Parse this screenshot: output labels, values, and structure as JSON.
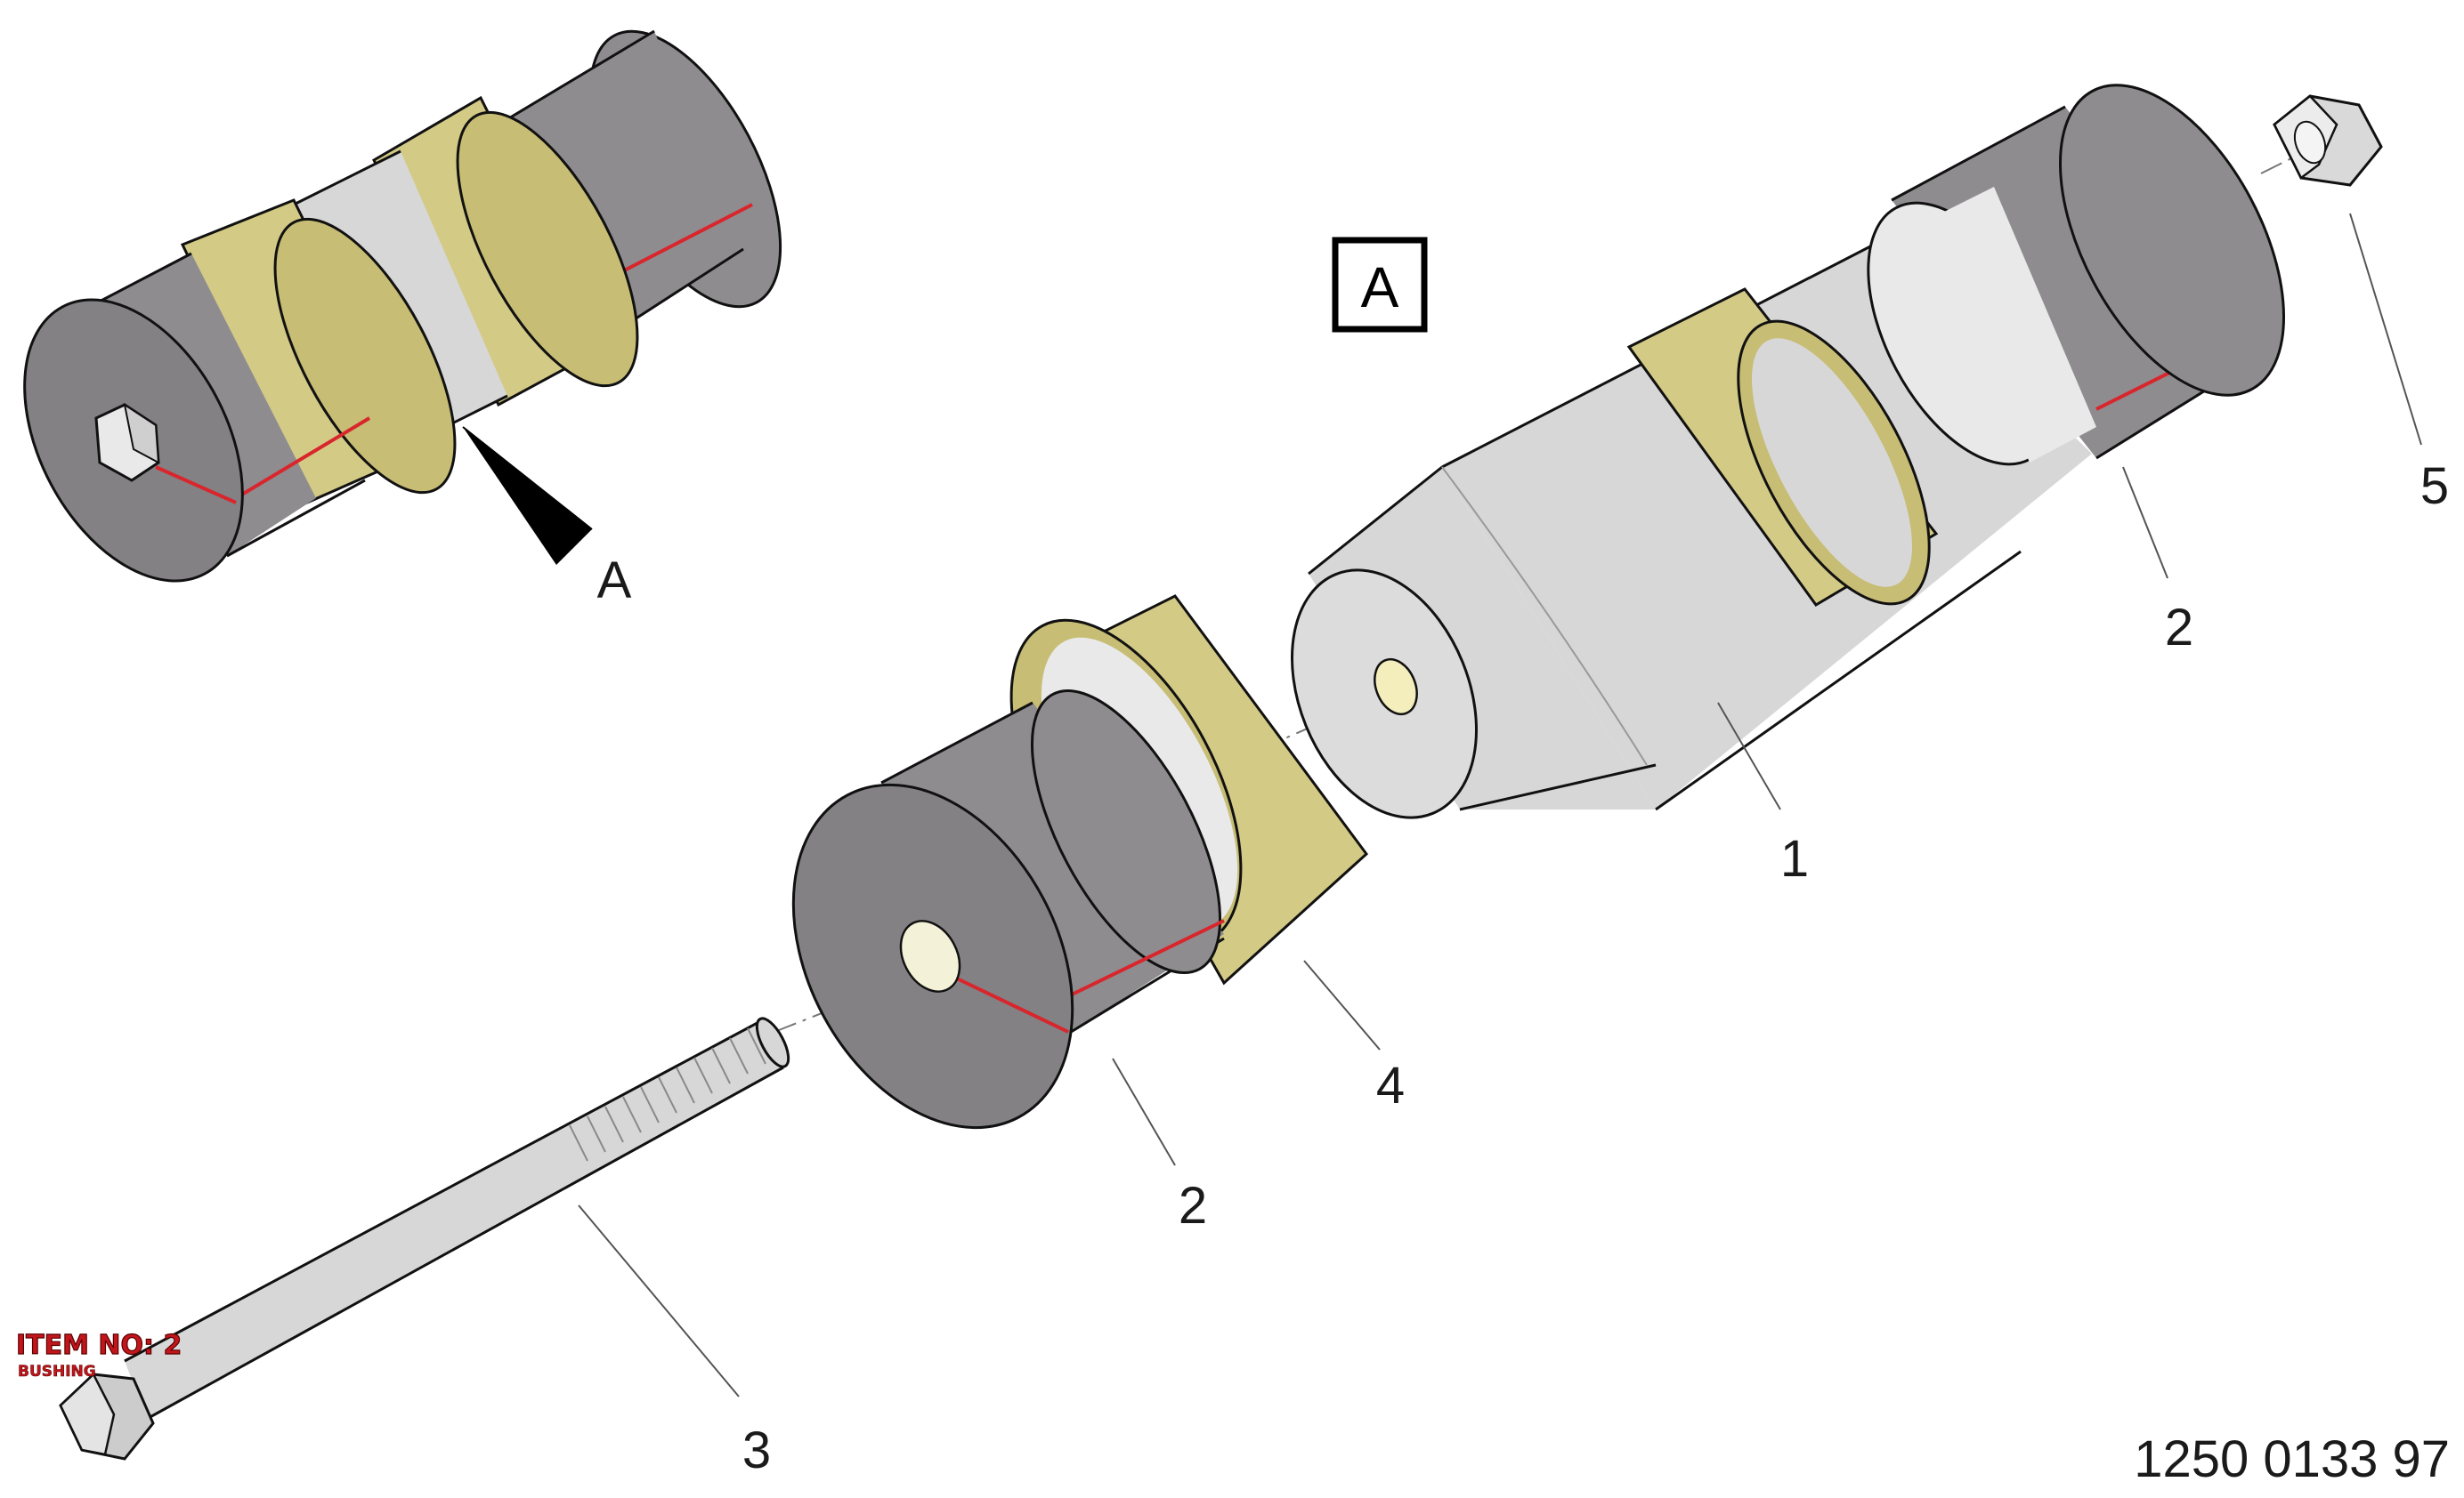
{
  "diagram": {
    "view_label": "A",
    "arrow_label": "A",
    "callouts": [
      {
        "id": "part-1",
        "text": "1"
      },
      {
        "id": "part-2-right",
        "text": "2"
      },
      {
        "id": "part-2-left",
        "text": "2"
      },
      {
        "id": "part-3",
        "text": "3"
      },
      {
        "id": "part-4",
        "text": "4"
      },
      {
        "id": "part-5",
        "text": "5"
      }
    ],
    "item_stamp": {
      "title": "ITEM NO: 2",
      "subtitle": "BUSHING"
    },
    "reference_number": "1250 0133 97"
  },
  "colors": {
    "rubber": "#8e8c8f",
    "spacer_ring": "#d3ca86",
    "sleeve": "#d7d7d7",
    "split_line": "#d8262c",
    "stamp": "#c2161c"
  }
}
